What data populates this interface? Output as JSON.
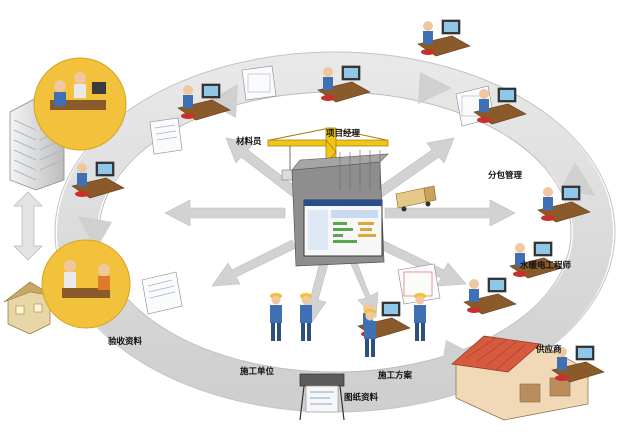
{
  "labels": {
    "project_manager": "项目经理",
    "materials_clerk": "材料员",
    "subcontract_management": "分包管理",
    "mep_engineer": "水暖电工程师",
    "supplier": "供应商",
    "construction_plan": "施工方案",
    "drawings": "图纸资料",
    "construction_unit": "施工单位",
    "acceptance_docs": "验收资料"
  },
  "icons": [
    "office-building-icon",
    "construction-crane-icon",
    "server-computer-icon",
    "truck-icon",
    "plotter-printer-icon",
    "warehouse-icon",
    "small-house-icon",
    "document-icon",
    "blueprint-icon"
  ],
  "colors": {
    "ring": "#d7d7d7",
    "arrow": "#c9c9c9",
    "shirt_blue": "#3f6fb5",
    "chair_red": "#c9302c",
    "desk_brown": "#8b5a2b",
    "bubble_yellow": "#f3c23c",
    "warehouse_red": "#d65a3e"
  }
}
